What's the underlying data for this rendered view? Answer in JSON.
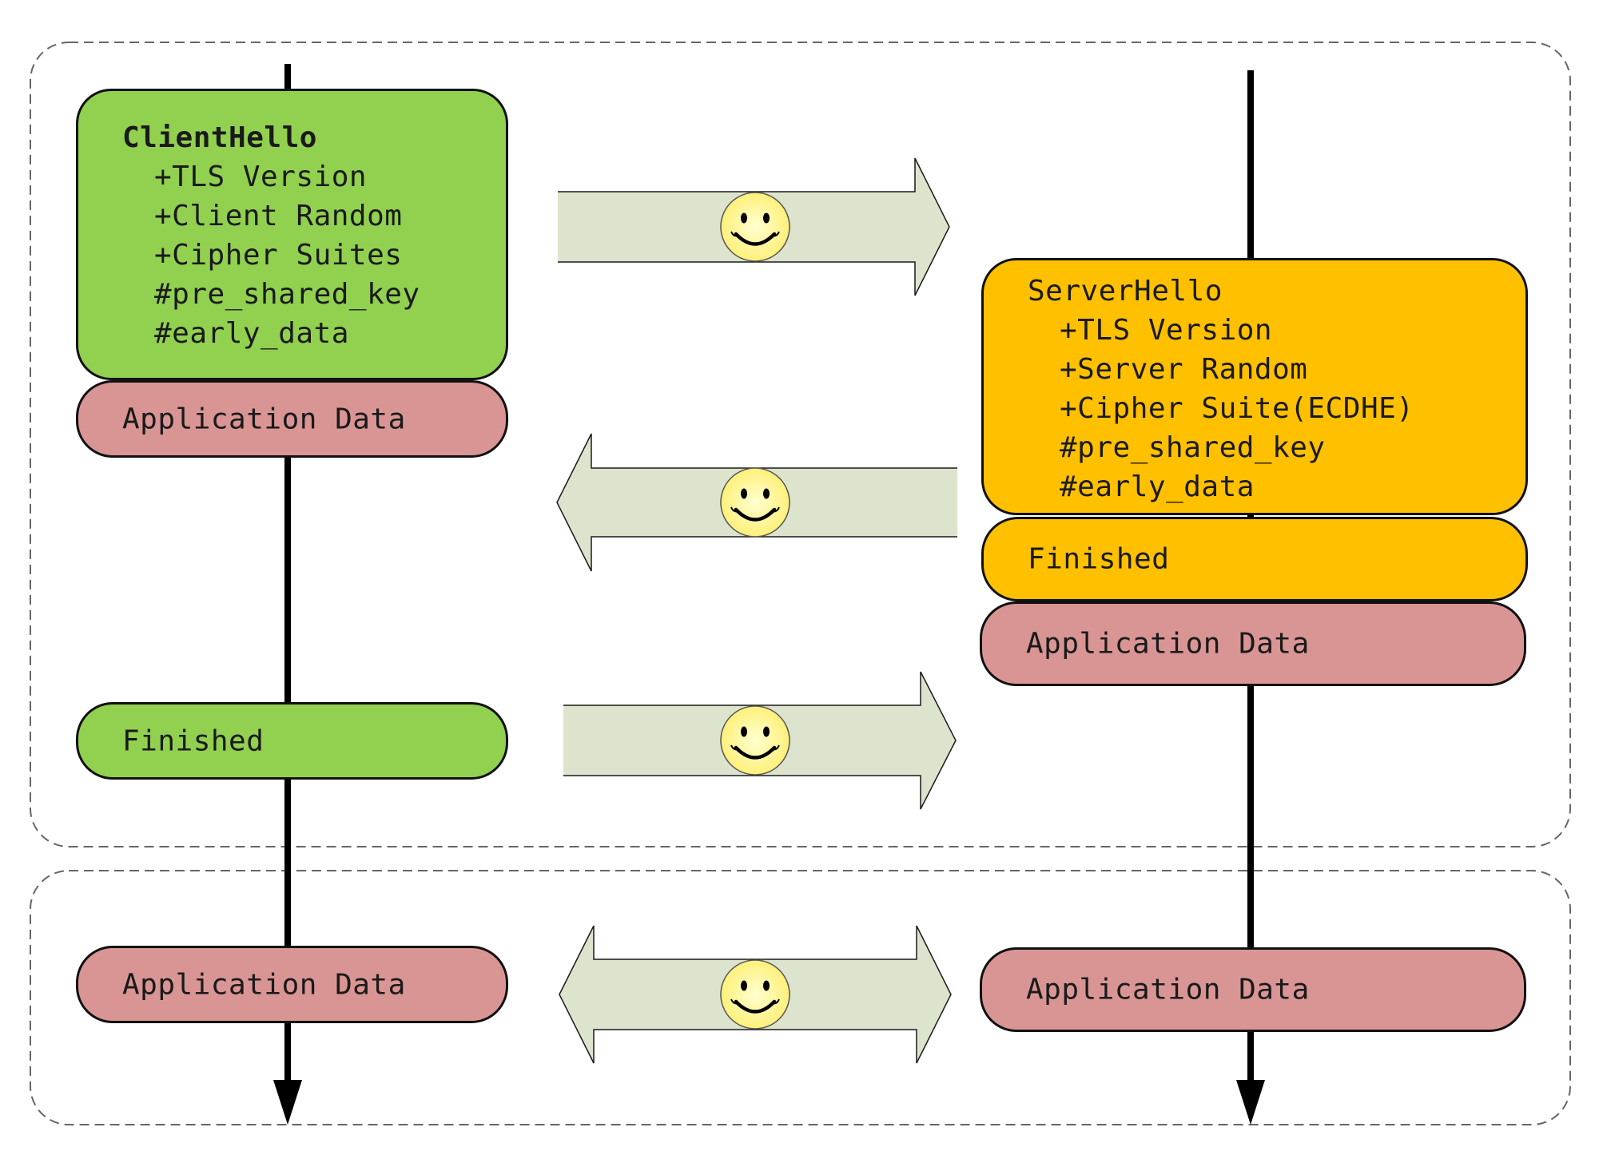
{
  "client": {
    "hello": {
      "title": "ClientHello",
      "items": [
        "+TLS Version",
        "+Client Random",
        "+Cipher Suites",
        "#pre_shared_key",
        "#early_data"
      ]
    },
    "app_data_early": "Application Data",
    "finished": "Finished",
    "app_data": "Application Data"
  },
  "server": {
    "hello": {
      "title": "ServerHello",
      "items": [
        "+TLS Version",
        "+Server Random",
        "+Cipher Suite(ECDHE)",
        "#pre_shared_key",
        "#early_data"
      ]
    },
    "finished": "Finished",
    "app_data_early": "Application Data",
    "app_data": "Application Data"
  },
  "colors": {
    "client_box": "#92d050",
    "server_box": "#ffc000",
    "app_data_box": "#d99594",
    "arrow_fill": "#dde4cd",
    "smiley_fill": "#ffff99"
  }
}
